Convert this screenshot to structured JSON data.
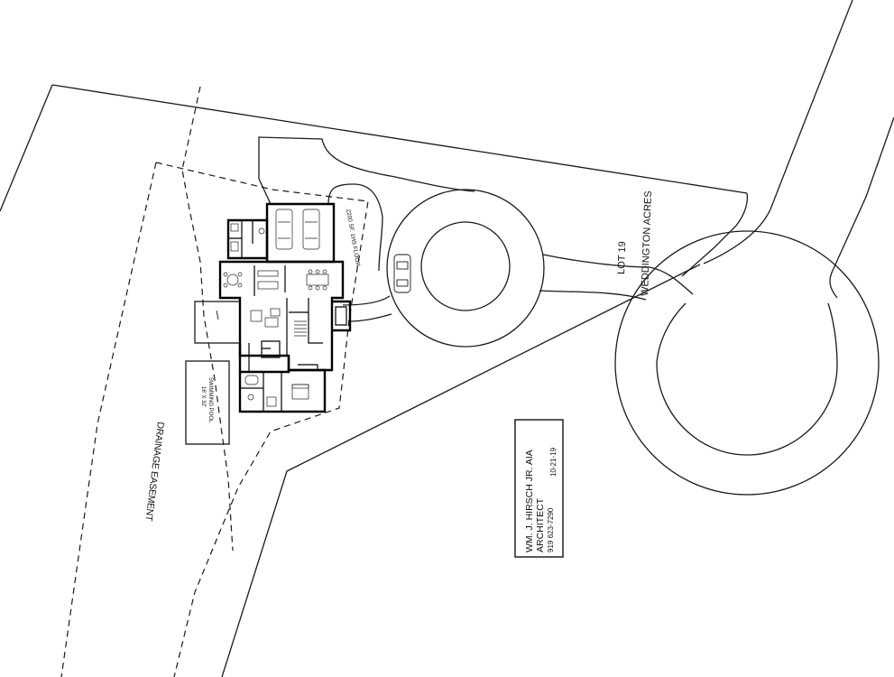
{
  "labels": {
    "lot": "LOT 19",
    "subdivision": "WEDDINGTON ACRES",
    "floor_area": "2200 SF. 1HS FLOOR",
    "pool_size": "16' X 32'",
    "pool_name": "SWIMMING POOL",
    "easement": "DRAINAGE EASEMENT"
  },
  "title_block": {
    "architect_name": "WM. J. HIRSCH JR. AIA",
    "role": "ARCHITECT",
    "phone": "919 623-7290",
    "date": "10-21-19"
  }
}
